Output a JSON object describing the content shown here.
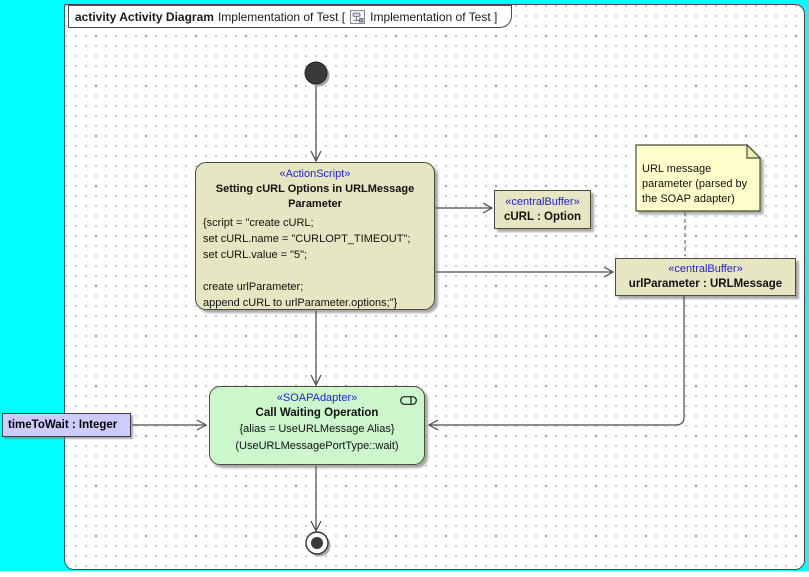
{
  "title": {
    "keyword": "activity Activity Diagram",
    "context": "Implementation of Test [",
    "context_end": "Implementation of Test ]"
  },
  "nodes": {
    "action_script": {
      "stereotype": "«ActionScript»",
      "name": "Setting cURL Options in URLMessage Parameter",
      "body_lines": [
        "{script = \"create cURL;",
        "set cURL.name = \"CURLOPT_TIMEOUT\";",
        "set cURL.value = \"5\";",
        "",
        "create urlParameter;",
        "append cURL to urlParameter.options;\"}"
      ]
    },
    "curl_buffer": {
      "stereotype": "«centralBuffer»",
      "name": "cURL : Option"
    },
    "url_param_buffer": {
      "stereotype": "«centralBuffer»",
      "name": "urlParameter : URLMessage"
    },
    "note": {
      "text": "URL message parameter (parsed by the SOAP adapter)"
    },
    "soap_adapter": {
      "stereotype": "«SOAPAdapter»",
      "name": "Call Waiting Operation",
      "constraint": "{alias = UseURLMessage Alias}",
      "behavior": "(UseURLMessagePortType::wait)"
    },
    "time_to_wait": {
      "label": "timeToWait : Integer"
    }
  },
  "edges": [
    {
      "from": "initial-node",
      "to": "action-script-node"
    },
    {
      "from": "action-script-node",
      "to": "curl-buffer"
    },
    {
      "from": "action-script-node",
      "to": "url-param-buffer"
    },
    {
      "from": "note",
      "to": "url-param-buffer",
      "style": "dashed-anchor"
    },
    {
      "from": "url-param-buffer",
      "to": "soap-adapter-node"
    },
    {
      "from": "action-script-node",
      "to": "soap-adapter-node"
    },
    {
      "from": "time-to-wait-object",
      "to": "soap-adapter-node"
    },
    {
      "from": "soap-adapter-node",
      "to": "final-node"
    }
  ],
  "colors": {
    "canvas_background": "#00ffff",
    "page_background": "#ffffff",
    "action_fill": "#e6e6c3",
    "buffer_fill": "#e6e6c3",
    "note_fill": "#ffffcc",
    "adapter_fill": "#ccf7cc",
    "object_fill": "#ccccff",
    "stereotype_text": "#2323cc",
    "line": "#4a4a4a"
  }
}
